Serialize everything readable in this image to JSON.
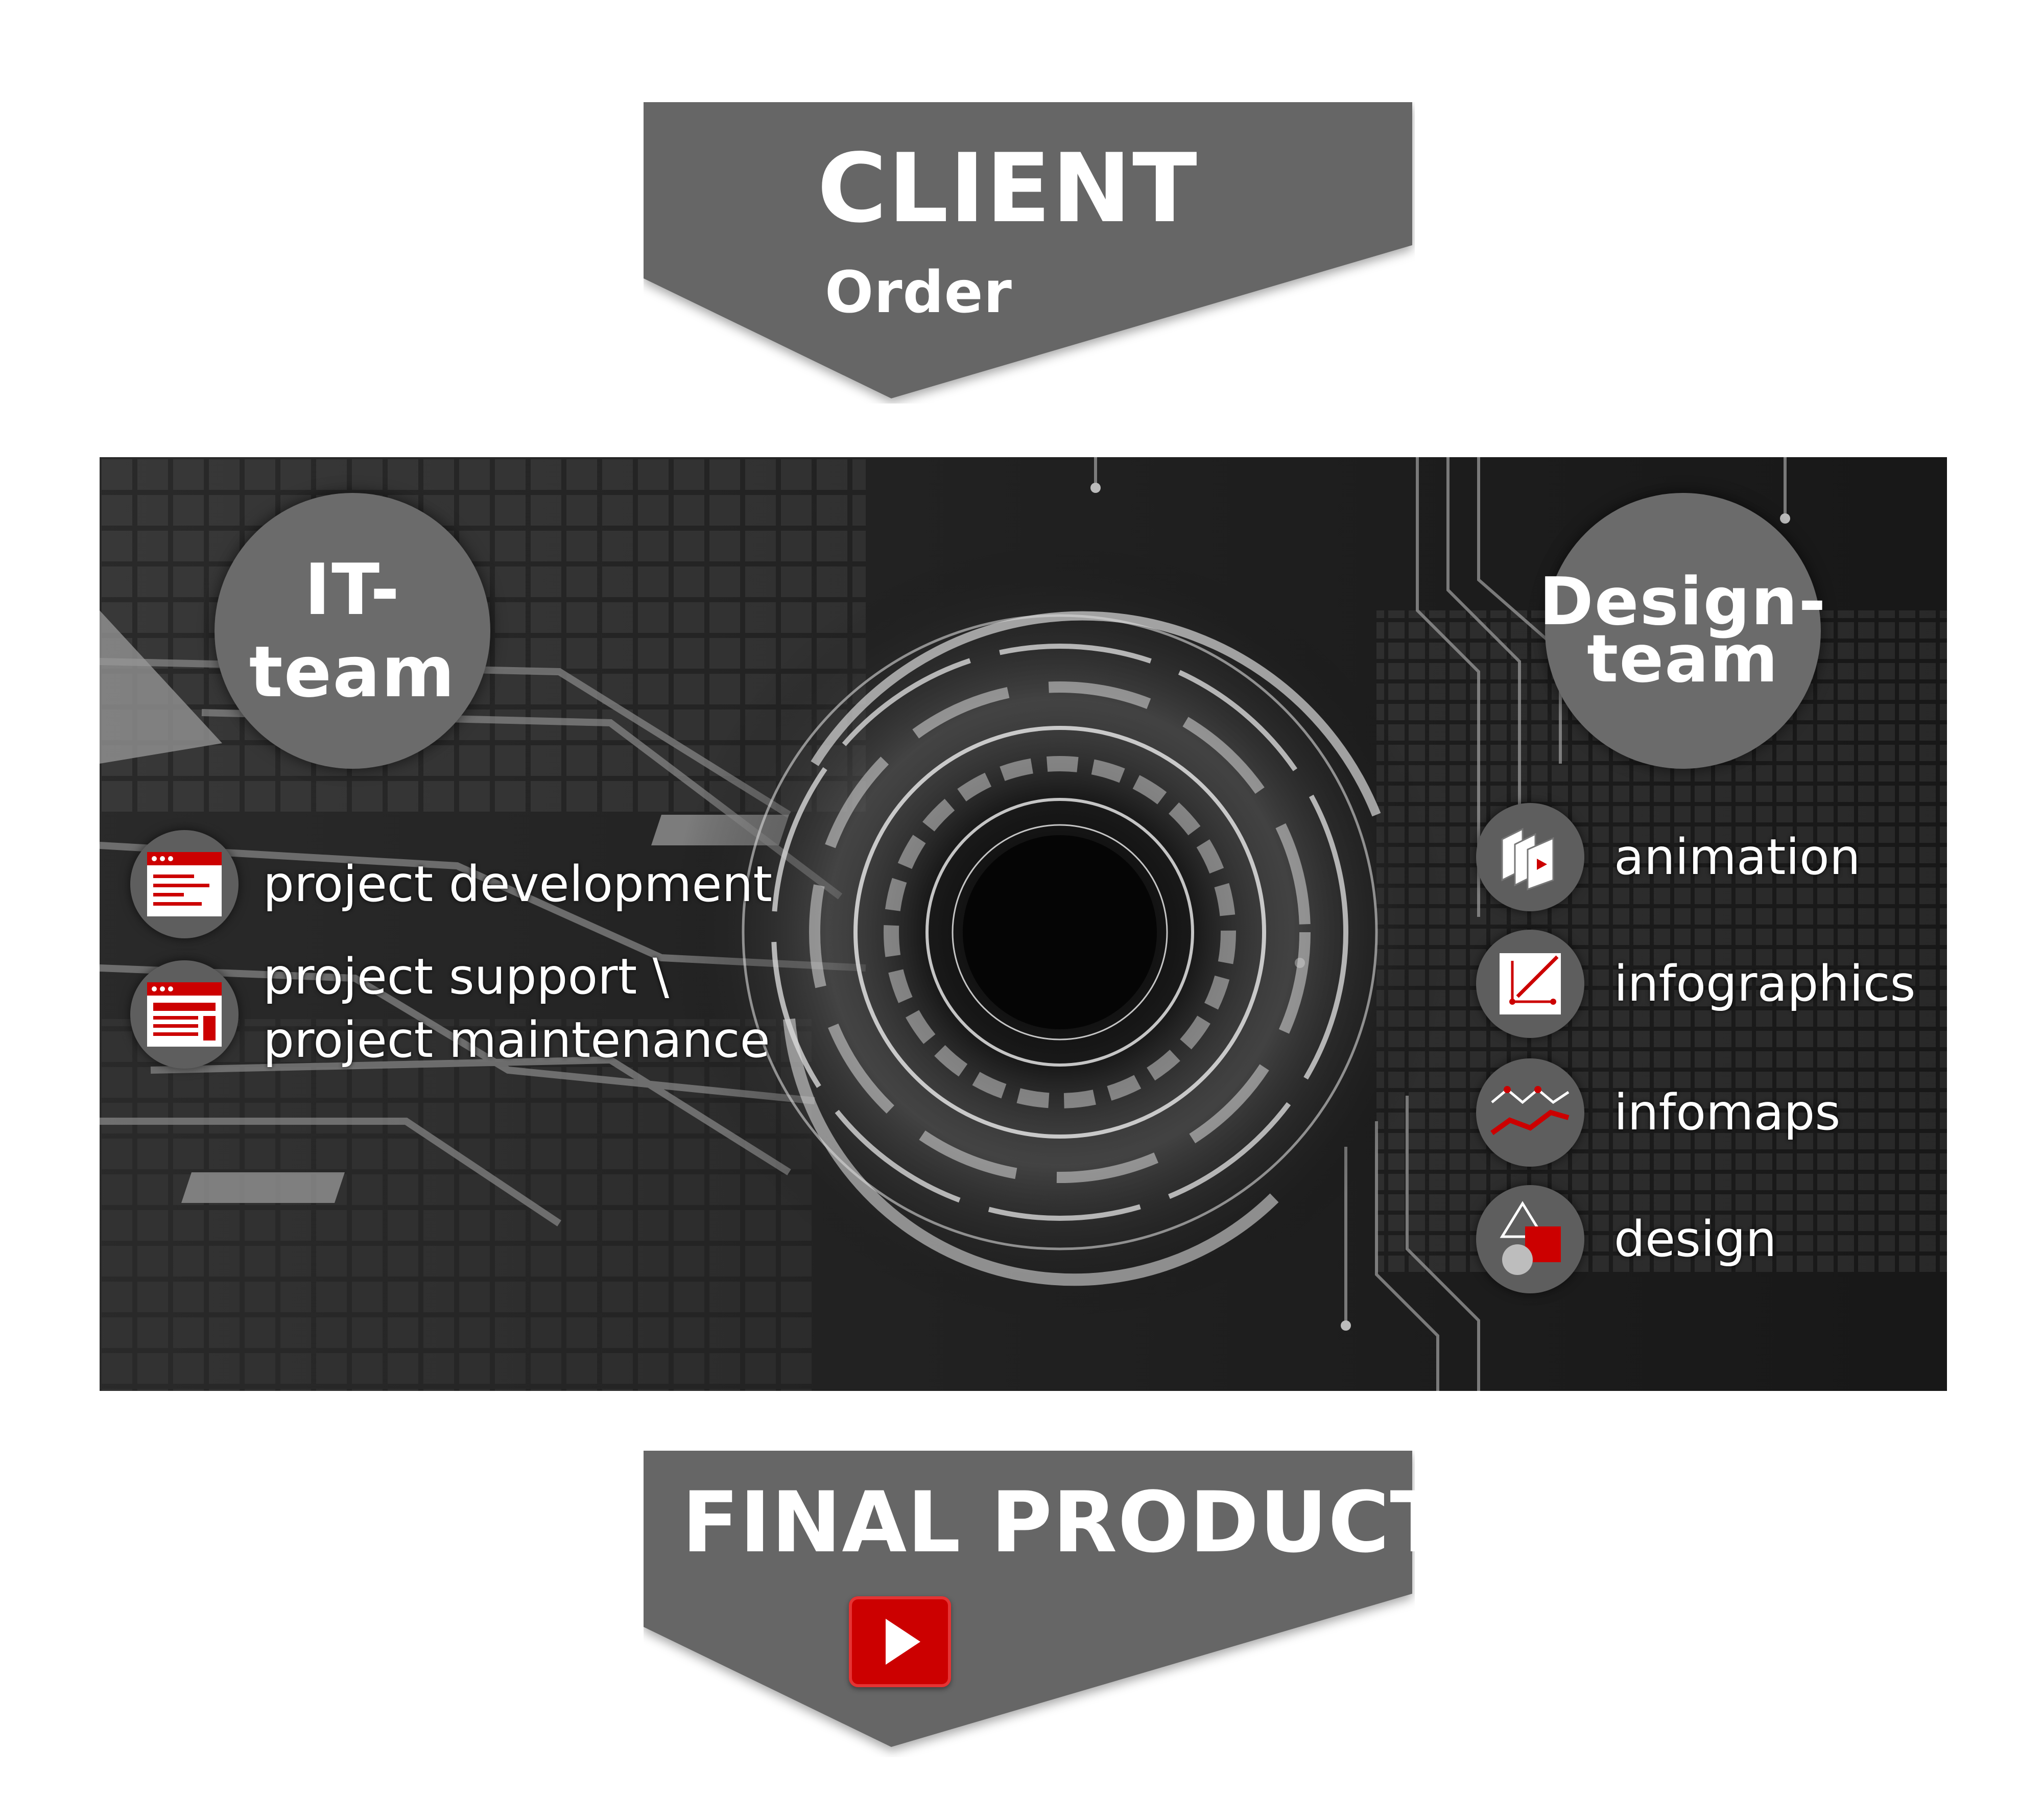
{
  "client": {
    "title": "CLIENT",
    "subtitle": "Order"
  },
  "it_team": {
    "title": "IT-team",
    "items": [
      {
        "label": "project development",
        "icon": "browser-window-icon"
      },
      {
        "label_line1": "project support \\",
        "label_line2": "project maintenance",
        "icon": "browser-layout-icon"
      }
    ]
  },
  "design_team": {
    "title_line1": "Design-",
    "title_line2": "team",
    "items": [
      {
        "label": "animation",
        "icon": "animation-frames-icon"
      },
      {
        "label": "infographics",
        "icon": "infographic-chart-icon"
      },
      {
        "label": "infomaps",
        "icon": "infomap-lines-icon"
      },
      {
        "label": "design",
        "icon": "design-shapes-icon"
      }
    ]
  },
  "final": {
    "title": "FINAL PRODUCT",
    "icon": "play-button-icon"
  },
  "colors": {
    "arrow_gray": "#666666",
    "accent_red": "#cc0000",
    "circle_gray": "#6b6b6b",
    "panel_dark": "#0d0d0d"
  }
}
